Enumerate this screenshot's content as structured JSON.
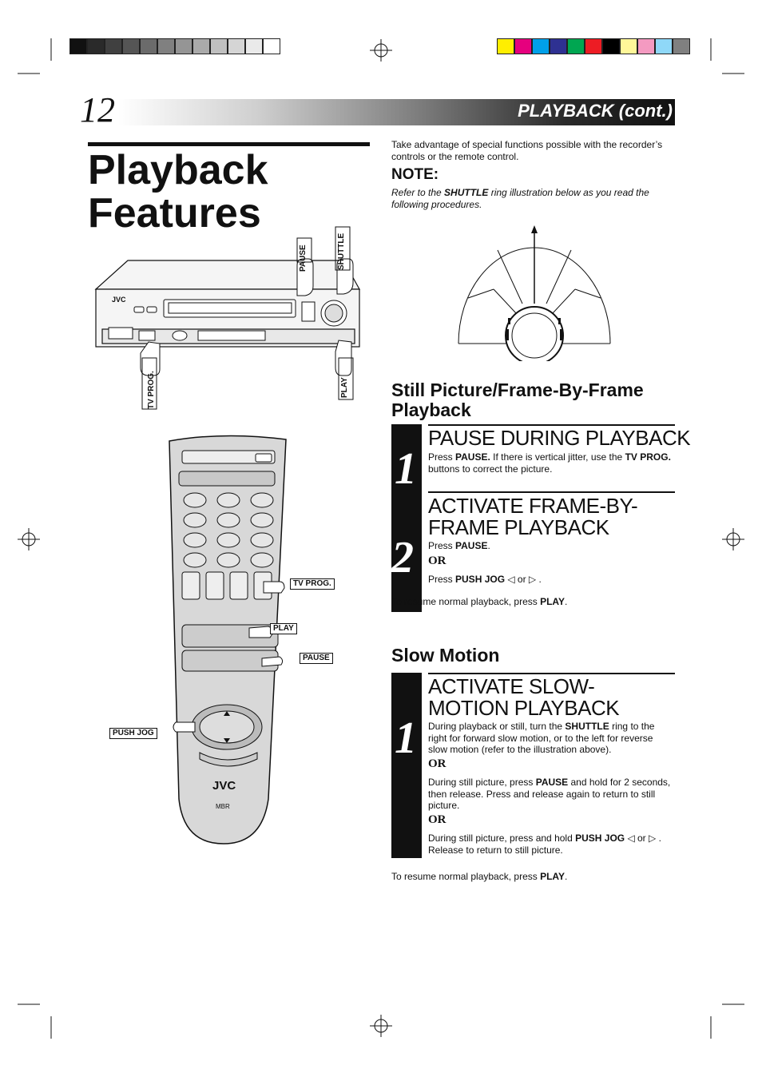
{
  "page": {
    "number": "12",
    "section_header": "PLAYBACK (cont.)",
    "title_line1": "Playback",
    "title_line2": "Features"
  },
  "colors": {
    "gray_swatches": [
      "#111111",
      "#2a2a2a",
      "#404040",
      "#555555",
      "#6b6b6b",
      "#808080",
      "#959595",
      "#aaaaaa",
      "#c0c0c0",
      "#d5d5d5",
      "#eaeaea",
      "#ffffff"
    ],
    "color_swatches": [
      "#ffee00",
      "#e6007e",
      "#00a0e9",
      "#2e3192",
      "#00a651",
      "#ed1c24",
      "#000000",
      "#fff799",
      "#f49ac1",
      "#8fd8f8",
      "#808080"
    ]
  },
  "intro": {
    "text": "Take advantage of special functions possible with the recorder’s controls or the remote control.",
    "note_heading": "NOTE:",
    "note_prefix": "Refer to the ",
    "note_bold": "SHUTTLE",
    "note_suffix": " ring illustration below as you read the following procedures."
  },
  "vcr_labels": {
    "pause": "PAUSE",
    "shuttle": "SHUTTLE",
    "tv_prog": "TV PROG.",
    "play": "PLAY",
    "brand": "JVC"
  },
  "remote_labels": {
    "tv_prog": "TV PROG.",
    "play": "PLAY",
    "pause": "PAUSE",
    "push_jog": "PUSH JOG",
    "brand": "JVC",
    "badge": "MBR"
  },
  "still_section": {
    "heading": "Still Picture/Frame-By-Frame Playback",
    "step1": {
      "number": "1",
      "title": "PAUSE DURING PLAYBACK",
      "t1": "Press ",
      "b1": "PAUSE.",
      "t2": " If there is vertical jitter, use the ",
      "b2": "TV PROG.",
      "t3": " buttons to correct the picture."
    },
    "step2": {
      "number": "2",
      "title": "ACTIVATE FRAME-BY-FRAME PLAYBACK",
      "p1_pre": "Press ",
      "p1_bold": "PAUSE",
      "p1_post": ".",
      "or": "OR",
      "p2_pre": "Press ",
      "p2_bold": "PUSH JOG",
      "p2_mid": " ◁ or ▷ ."
    },
    "resume_pre": "To resume normal playback, press ",
    "resume_bold": "PLAY",
    "resume_post": "."
  },
  "slow_section": {
    "heading": "Slow Motion",
    "step1": {
      "number": "1",
      "title": "ACTIVATE SLOW-MOTION PLAYBACK",
      "a_pre": "During playback or still, turn the ",
      "a_bold": "SHUTTLE",
      "a_post": " ring to the right for forward slow motion, or to the left for reverse slow motion (refer to the illustration above).",
      "or1": "OR",
      "b_pre": "During still picture, press ",
      "b_bold": "PAUSE",
      "b_post": " and hold for 2 seconds, then release. Press and release again to return to still picture.",
      "or2": "OR",
      "c_pre": "During still picture, press and hold ",
      "c_bold": "PUSH JOG",
      "c_post": " ◁ or ▷ . Release to return to still picture."
    },
    "resume_pre": "To resume normal playback, press ",
    "resume_bold": "PLAY",
    "resume_post": "."
  }
}
